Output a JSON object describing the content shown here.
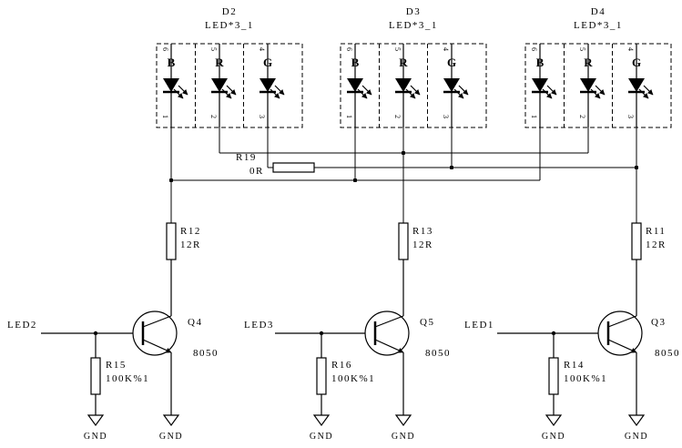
{
  "schematic": {
    "modules": [
      {
        "name": "D2",
        "type": "LED*3_1",
        "channels": [
          "B",
          "R",
          "G"
        ],
        "pins_top": [
          "6",
          "5",
          "4"
        ],
        "pins_bottom": [
          "1",
          "2",
          "3"
        ]
      },
      {
        "name": "D3",
        "type": "LED*3_1",
        "channels": [
          "B",
          "R",
          "G"
        ],
        "pins_top": [
          "6",
          "5",
          "4"
        ],
        "pins_bottom": [
          "1",
          "2",
          "3"
        ]
      },
      {
        "name": "D4",
        "type": "LED*3_1",
        "channels": [
          "B",
          "R",
          "G"
        ],
        "pins_top": [
          "6",
          "5",
          "4"
        ],
        "pins_bottom": [
          "1",
          "2",
          "3"
        ]
      }
    ],
    "jumper": {
      "name": "R19",
      "value": "0R"
    },
    "series_resistors": [
      {
        "name": "R12",
        "value": "12R"
      },
      {
        "name": "R13",
        "value": "12R"
      },
      {
        "name": "R11",
        "value": "12R"
      }
    ],
    "transistors": [
      {
        "name": "Q4",
        "part": "8050"
      },
      {
        "name": "Q5",
        "part": "8050"
      },
      {
        "name": "Q3",
        "part": "8050"
      }
    ],
    "inputs": [
      "LED2",
      "LED3",
      "LED1"
    ],
    "pulldown_resistors": [
      {
        "name": "R15",
        "value": "100K%1"
      },
      {
        "name": "R16",
        "value": "100K%1"
      },
      {
        "name": "R14",
        "value": "100K%1"
      }
    ],
    "ground_label": "GND"
  }
}
